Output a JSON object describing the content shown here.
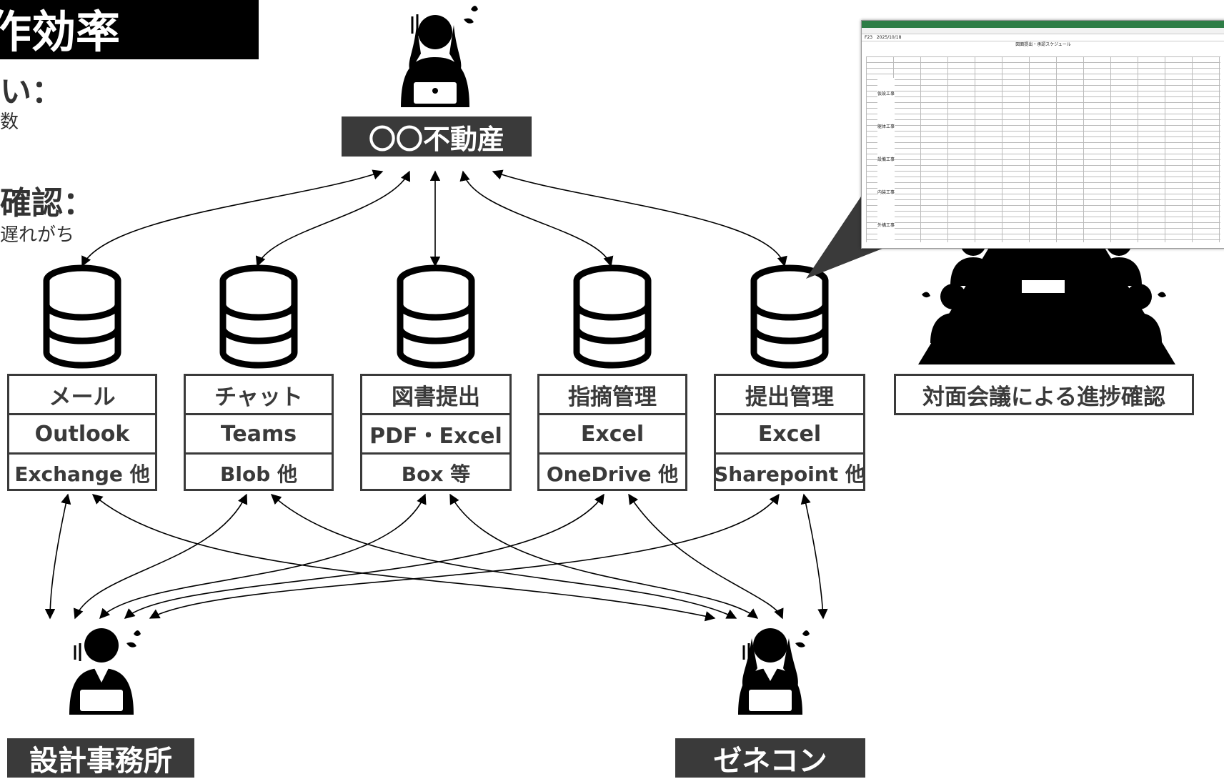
{
  "title": "作効率",
  "left_notes": [
    {
      "heading": "い：",
      "sub": "数"
    },
    {
      "heading": "確認：",
      "sub": "遅れがち"
    }
  ],
  "parties": {
    "owner": "〇〇不動産",
    "architect": "設計事務所",
    "contractor": "ゼネコン"
  },
  "tools": [
    {
      "category": "メール",
      "app": "Outlook",
      "storage": "Exchange 他"
    },
    {
      "category": "チャット",
      "app": "Teams",
      "storage": "Blob 他"
    },
    {
      "category": "図書提出",
      "app": "PDF・Excel",
      "storage": "Box 等"
    },
    {
      "category": "指摘管理",
      "app": "Excel",
      "storage": "OneDrive 他"
    },
    {
      "category": "提出管理",
      "app": "Excel",
      "storage": "Sharepoint 他"
    }
  ],
  "meeting_label": "対面会議による進捗確認",
  "spreadsheet": {
    "title": "図面提出・承認スケジュール",
    "cell_ref": "F23",
    "formula_value": "2025/10/18",
    "groups": [
      "仮設工事",
      "躯体工事",
      "設備工事",
      "内装工事",
      "外構工事"
    ]
  },
  "colors": {
    "dark": "#3a3a3a",
    "black": "#000000"
  }
}
